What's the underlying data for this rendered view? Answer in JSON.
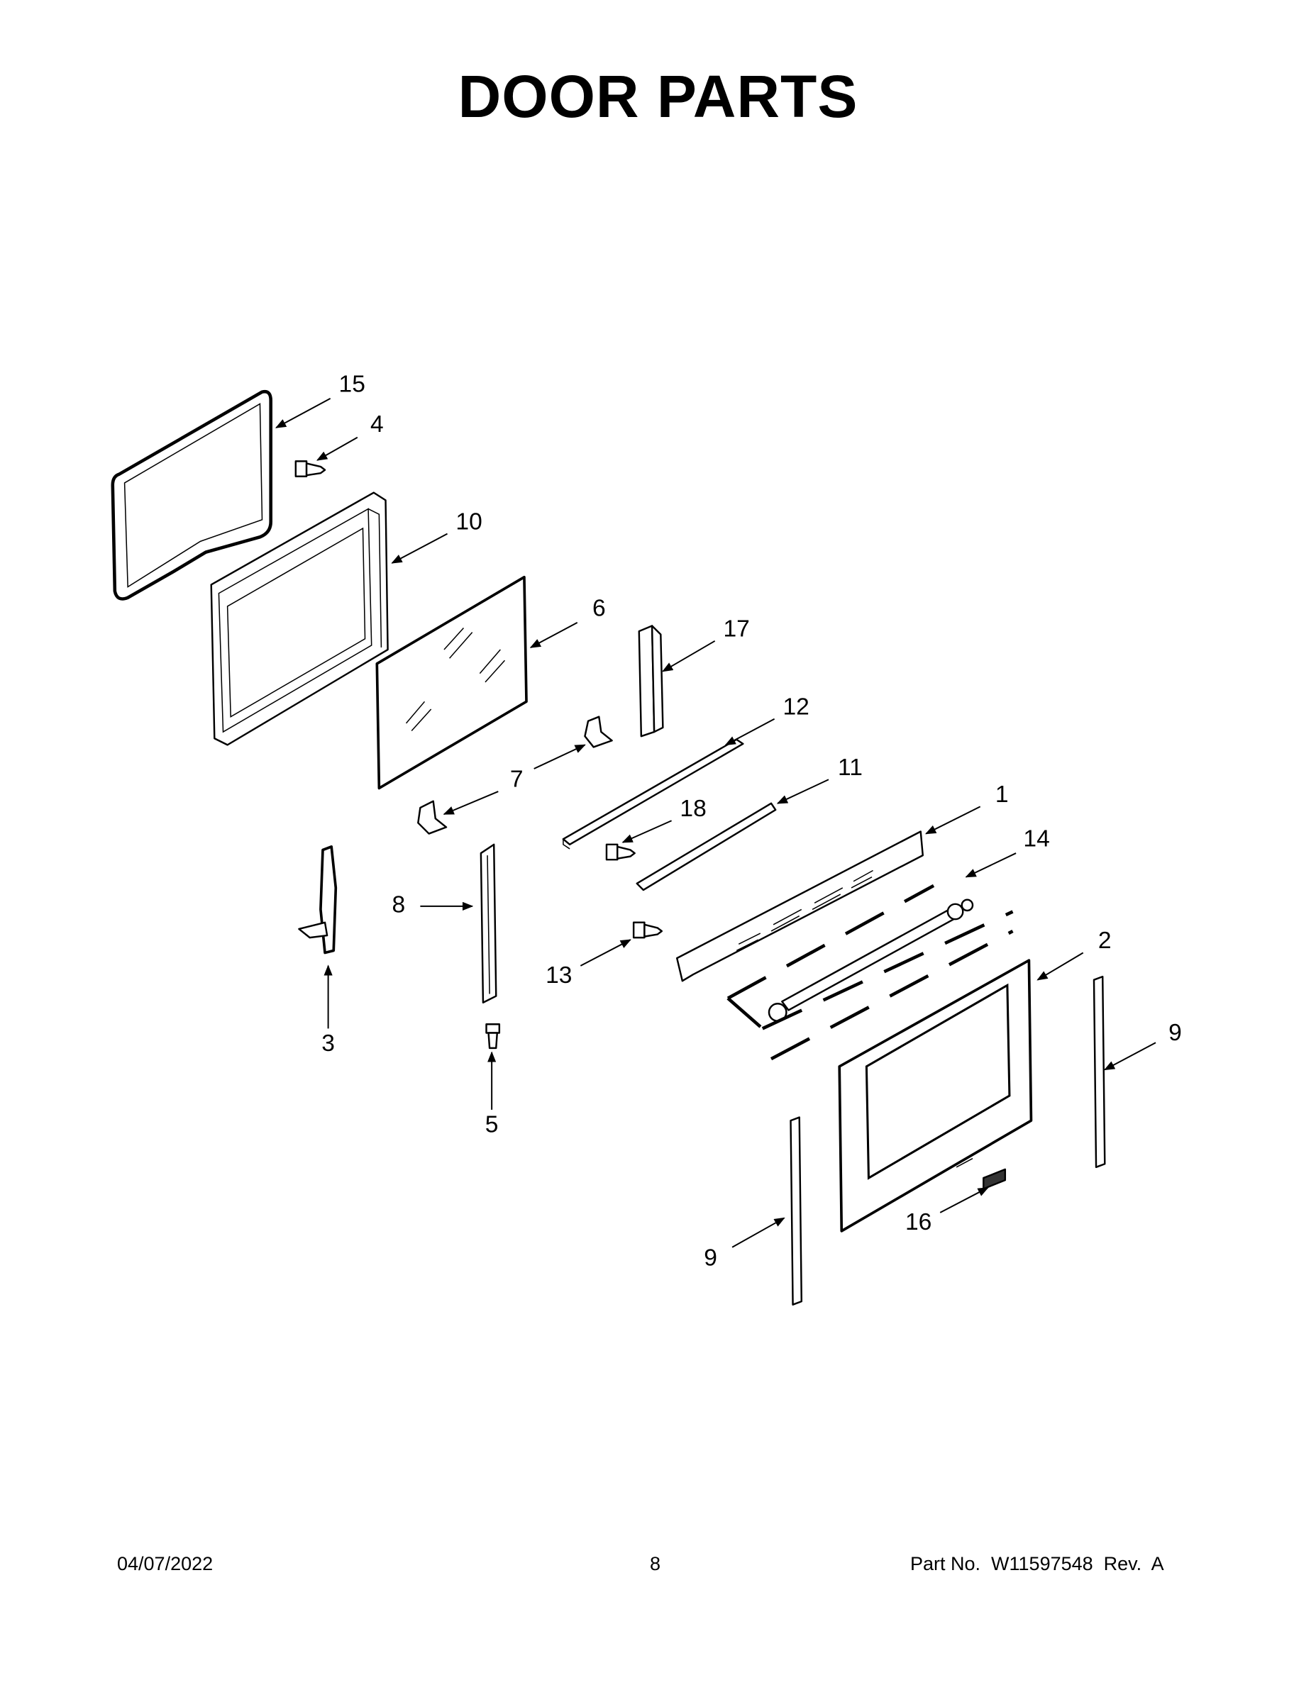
{
  "title": "DOOR PARTS",
  "callouts": {
    "c1": "1",
    "c2": "2",
    "c3": "3",
    "c4": "4",
    "c5": "5",
    "c6": "6",
    "c7": "7",
    "c8": "8",
    "c9a": "9",
    "c9b": "9",
    "c10": "10",
    "c11": "11",
    "c12": "12",
    "c13": "13",
    "c14": "14",
    "c15": "15",
    "c16": "16",
    "c17": "17",
    "c18": "18"
  },
  "footer": {
    "date": "04/07/2022",
    "page": "8",
    "part_no": "Part No.  W11597548  Rev.  A"
  }
}
